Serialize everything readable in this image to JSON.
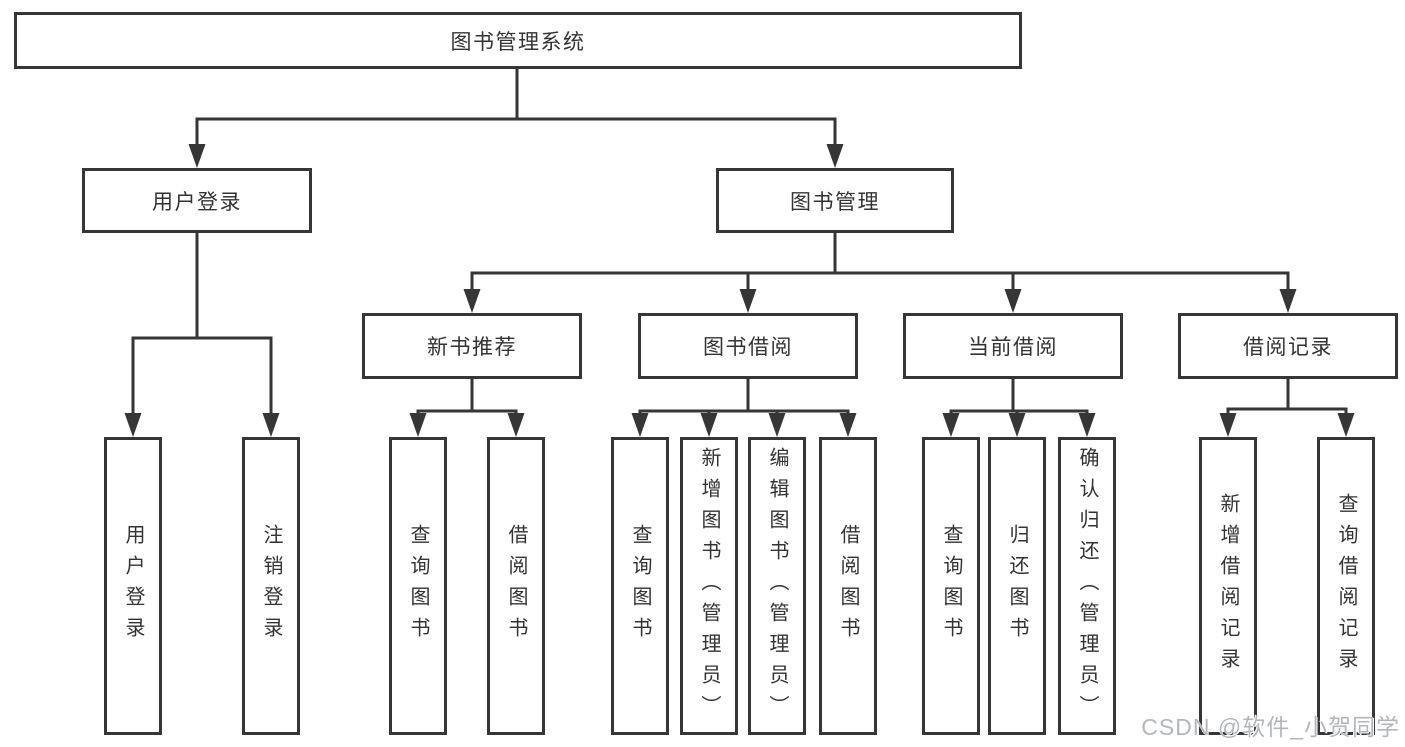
{
  "diagram": {
    "root": {
      "label": "图书管理系统"
    },
    "level2": [
      {
        "label": "用户登录"
      },
      {
        "label": "图书管理"
      }
    ],
    "level3": [
      {
        "label": "新书推荐"
      },
      {
        "label": "图书借阅"
      },
      {
        "label": "当前借阅"
      },
      {
        "label": "借阅记录"
      }
    ],
    "leaves": {
      "user_login": [
        {
          "label": "用户登录"
        },
        {
          "label": "注销登录"
        }
      ],
      "new_book": [
        {
          "label": "查询图书"
        },
        {
          "label": "借阅图书"
        }
      ],
      "book_borrow": [
        {
          "label": "查询图书"
        },
        {
          "label": "新增图书（管理员）"
        },
        {
          "label": "编辑图书（管理员）"
        },
        {
          "label": "借阅图书"
        }
      ],
      "current_borrow": [
        {
          "label": "查询图书"
        },
        {
          "label": "归还图书"
        },
        {
          "label": "确认归还（管理员）"
        }
      ],
      "borrow_records": [
        {
          "label": "新增借阅记录"
        },
        {
          "label": "查询借阅记录"
        }
      ]
    }
  },
  "watermark": {
    "text": "CSDN @软件_小贺同学"
  },
  "colors": {
    "line": "#363636",
    "text": "#333333",
    "background": "#ffffff",
    "watermark": "#b3b6bb"
  }
}
